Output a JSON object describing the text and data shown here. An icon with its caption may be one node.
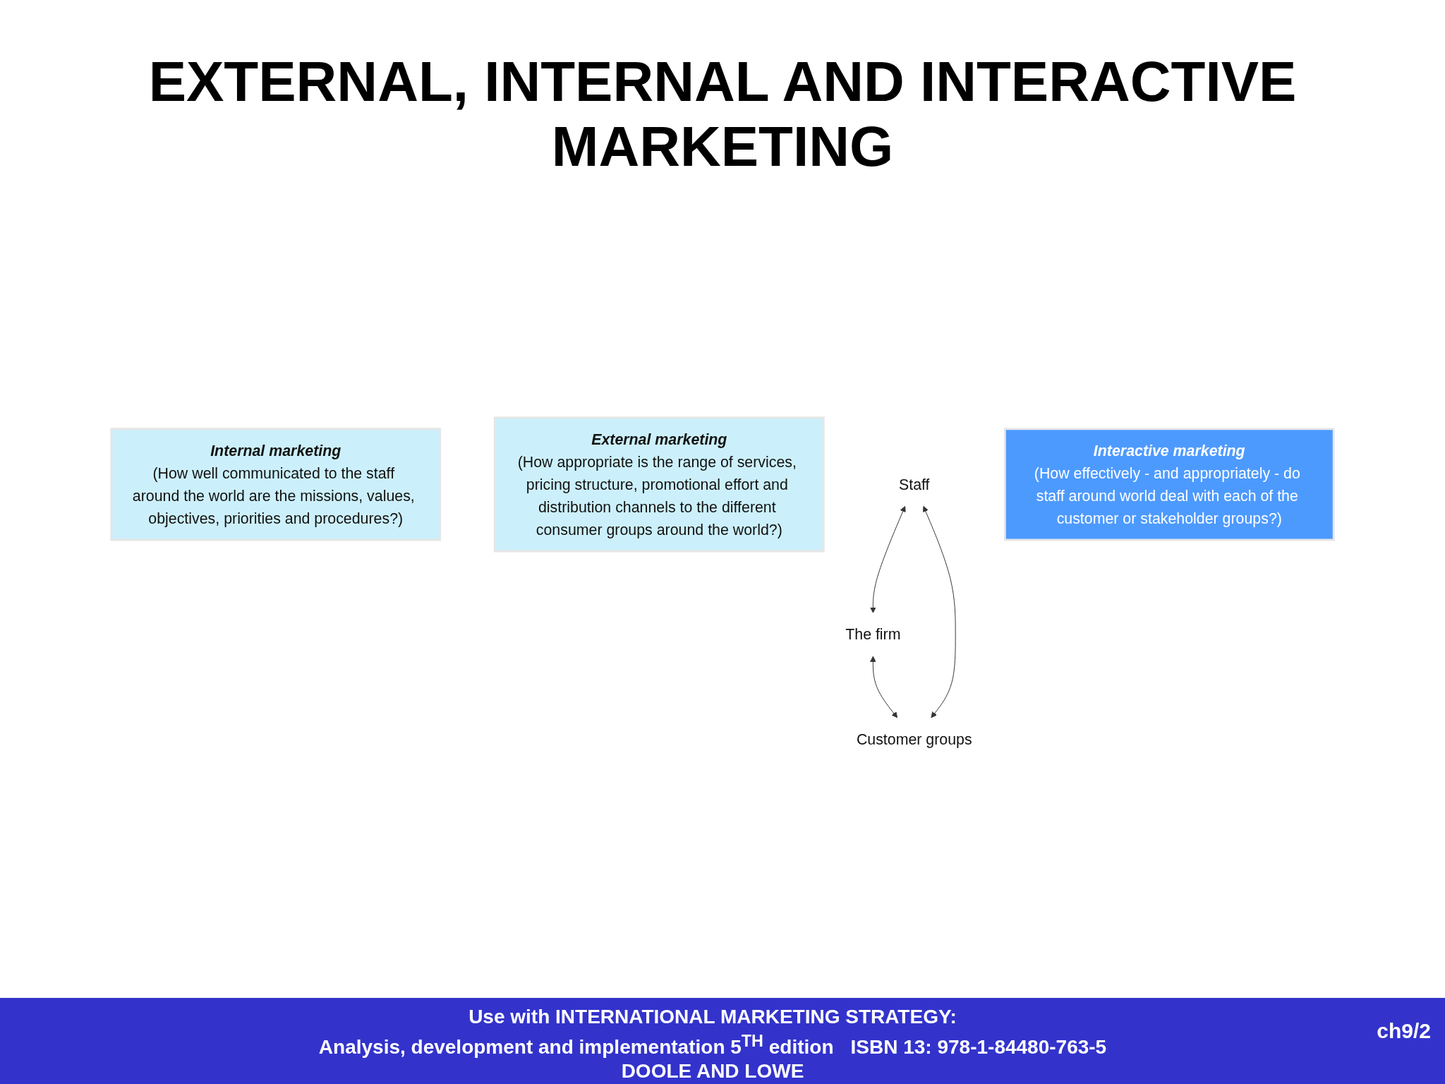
{
  "diagram": {
    "title": "EXTERNAL, INTERNAL AND INTERACTIVE MARKETING",
    "nodes": [
      {
        "text": [
          "Internal marketing",
          "(How well communicated to the staff around the world are the missions, values, objectives, priorities and procedures?)"
        ]
      },
      {
        "text": [
          "External marketing",
          "(How appropriate is the range of services, pricing structure, promotional effort and distribution channels to the different consumer groups around the world?)"
        ]
      },
      {
        "text": [
          "The firm"
        ]
      },
      {
        "text": [
          "Staff"
        ]
      },
      {
        "text": [
          "Customer groups"
        ]
      },
      {
        "text": [
          "Interactive marketing",
          "(How effectively - and appropriately - do staff around world deal with each of the customer or stakeholder groups?)"
        ]
      }
    ],
    "edges": [
      {
        "from": 3,
        "to": 2,
        "arrow": "both"
      },
      {
        "from": 2,
        "to": 4,
        "arrow": "both"
      },
      {
        "from": 3,
        "to": 4,
        "arrow": "both"
      }
    ],
    "labels": [
      "Use with INTERNATIONAL MARKETING STRATEGY:",
      "Analysis, development and implementation 5$^{TH}$ edition",
      "ISBN 13: 978-1-84480-763-5",
      "DOOLE AND LOWE",
      "ch9/2"
    ]
  }
}
